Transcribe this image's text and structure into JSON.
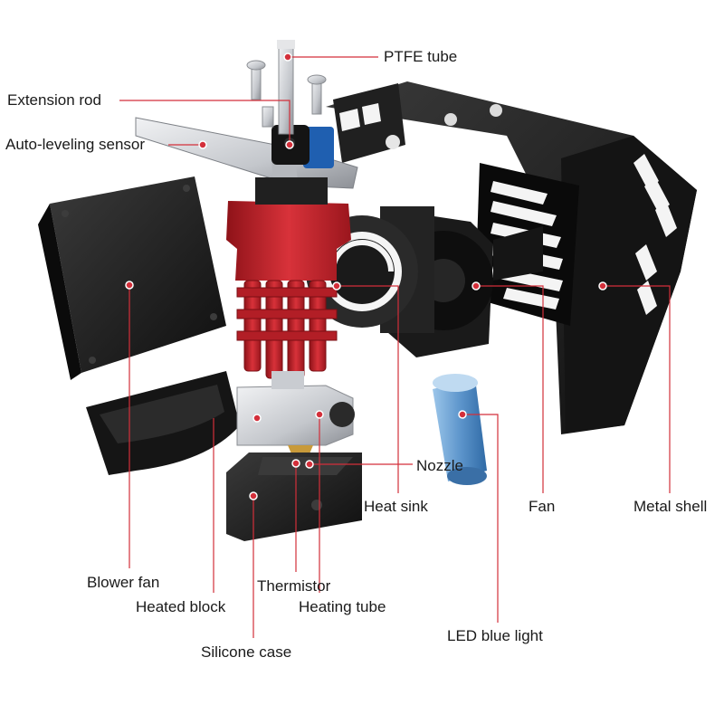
{
  "labels": {
    "ptfe_tube": "PTFE tube",
    "extension_rod": "Extension rod",
    "auto_leveling_sensor": "Auto-leveling sensor",
    "nozzle": "Nozzle",
    "heat_sink": "Heat sink",
    "fan": "Fan",
    "metal_shell": "Metal shell",
    "blower_fan": "Blower fan",
    "thermistor": "Thermistor",
    "heated_block": "Heated block",
    "heating_tube": "Heating tube",
    "led_blue_light": "LED blue light",
    "silicone_case": "Silicone case"
  },
  "colors": {
    "leader_line": "#d32f3a",
    "callout_dot": "#d32f3a",
    "heatsink_red": "#c8232c",
    "metal_black": "#1c1c1c",
    "bracket_silver": "#c9ccd1",
    "led_blue": "#6fa6d6",
    "sensor_blue": "#1f5fb0",
    "block_silver": "#d4d6d9"
  }
}
